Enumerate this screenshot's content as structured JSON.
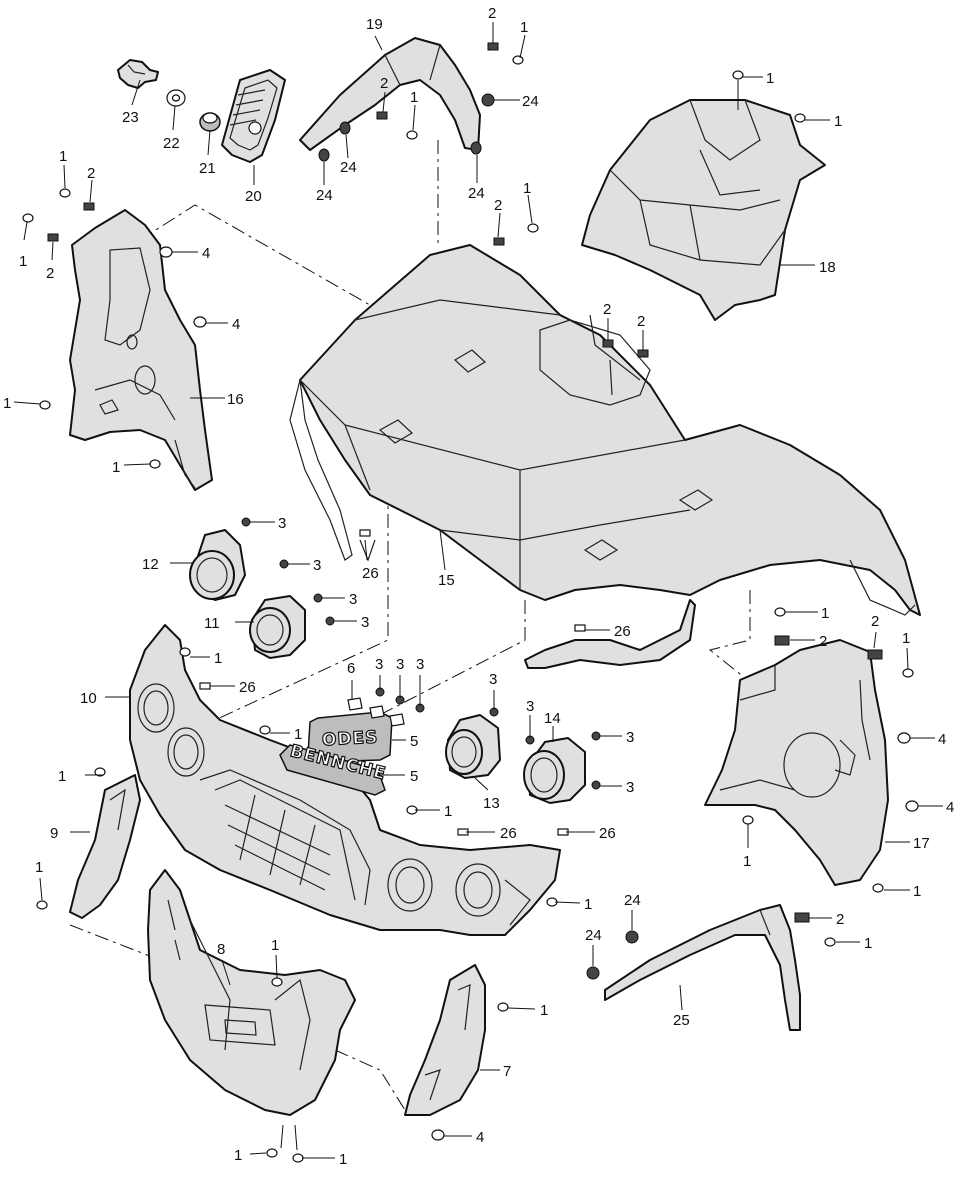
{
  "diagram": {
    "badges": {
      "odes_text": "ODES",
      "bennche_text": "BENNCHE"
    },
    "callouts": {
      "c1": "1",
      "c2": "2",
      "c3": "3",
      "c4": "4",
      "c5": "5",
      "c6": "6",
      "c7": "7",
      "c8": "8",
      "c9": "9",
      "c10": "10",
      "c11": "11",
      "c12": "12",
      "c13": "13",
      "c14": "14",
      "c15": "15",
      "c16": "16",
      "c17": "17",
      "c18": "18",
      "c19": "19",
      "c20": "20",
      "c21": "21",
      "c22": "22",
      "c23": "23",
      "c24": "24",
      "c25": "25",
      "c26": "26"
    }
  }
}
